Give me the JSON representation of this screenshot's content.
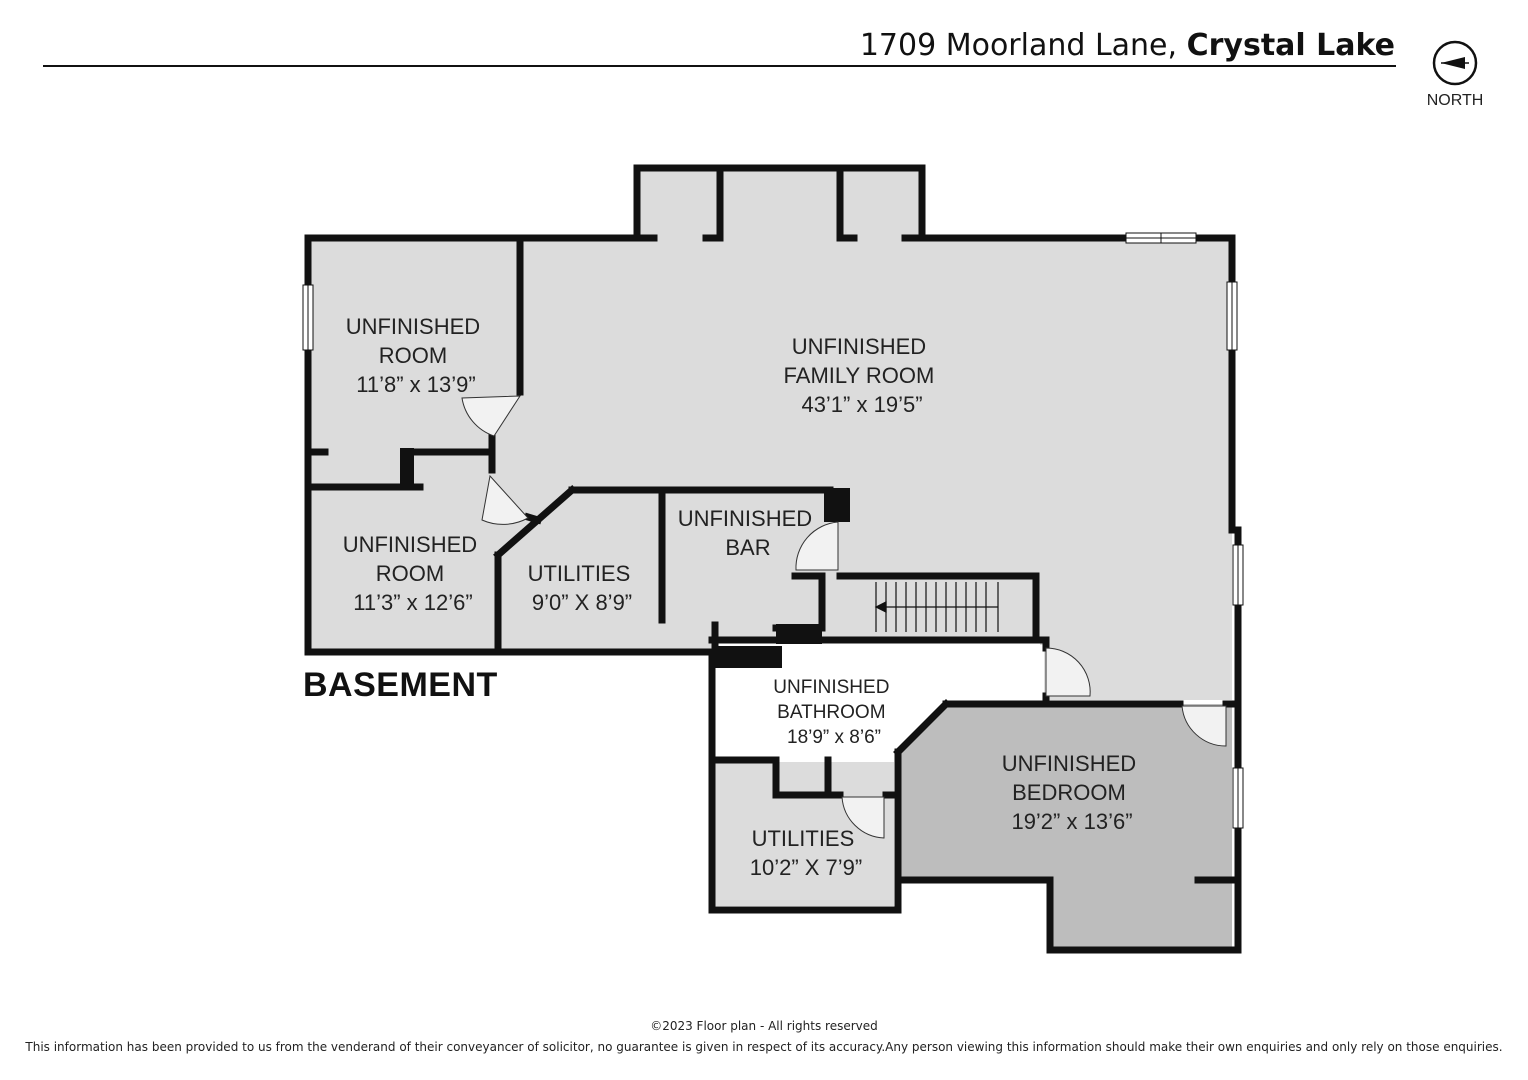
{
  "header": {
    "address": "1709 Moorland Lane,",
    "city": "Crystal Lake"
  },
  "compass": {
    "label": "NORTH",
    "icon": "compass-arrow-icon"
  },
  "floor_name": "BASEMENT",
  "rooms": [
    {
      "id": "unfinished-room-1",
      "lines": [
        "UNFINISHED",
        "ROOM",
        "11’8” x 13’9”"
      ]
    },
    {
      "id": "unfinished-family-room",
      "lines": [
        "UNFINISHED",
        "FAMILY ROOM",
        "43’1” x 19’5”"
      ]
    },
    {
      "id": "unfinished-room-2",
      "lines": [
        "UNFINISHED",
        "ROOM",
        "11’3” x 12’6”"
      ]
    },
    {
      "id": "utilities-1",
      "lines": [
        "UTILITIES",
        "9’0” X 8’9”"
      ]
    },
    {
      "id": "unfinished-bar",
      "lines": [
        "UNFINISHED",
        "BAR"
      ]
    },
    {
      "id": "unfinished-bathroom",
      "lines": [
        "UNFINISHED",
        "BATHROOM",
        "18’9” x 8’6”"
      ]
    },
    {
      "id": "utilities-2",
      "lines": [
        "UTILITIES",
        "10’2” X 7’9”"
      ]
    },
    {
      "id": "unfinished-bedroom",
      "lines": [
        "UNFINISHED",
        "BEDROOM",
        "19’2” x 13’6”"
      ]
    }
  ],
  "colors": {
    "wall": "#111111",
    "floor_light": "#dcdcdc",
    "floor_dark": "#bdbdbd",
    "floor_white": "#ffffff"
  },
  "footer": {
    "copyright": "©2023 Floor plan  - All rights reserved",
    "disclaimer": "This information has been provided to us from the venderand of their conveyancer of solicitor, no guarantee is given in respect of its accuracy.Any person viewing this information should make their own enquiries and only rely on those enquiries."
  }
}
